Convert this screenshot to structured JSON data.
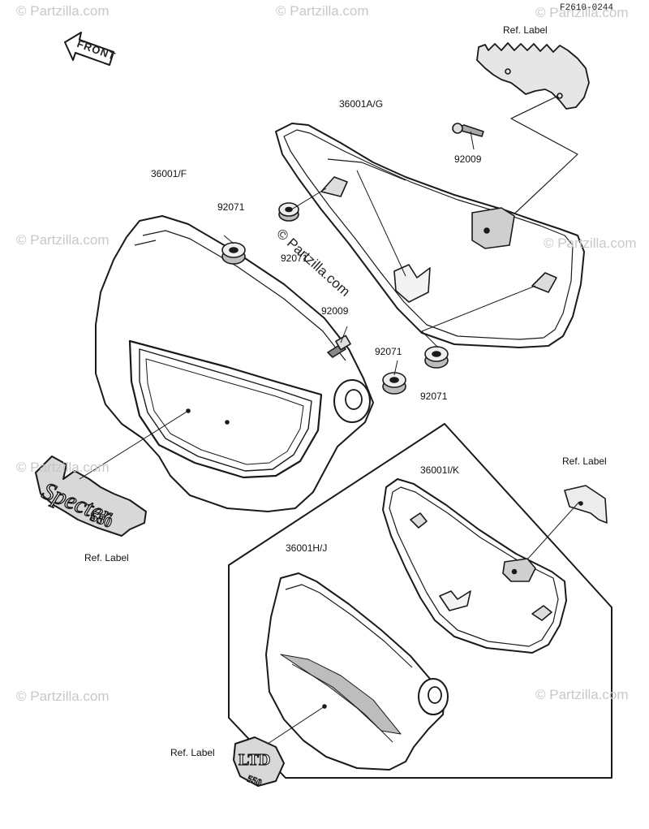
{
  "drawing_code": "F2610-0244",
  "front_badge": "FRONT",
  "watermark": "© Partzilla.com",
  "labels": {
    "ref_label_top": "Ref. Label",
    "part_36001AG": "36001A/G",
    "part_92009_top": "92009",
    "part_36001F": "36001/F",
    "part_92071_a": "92071",
    "part_92071_b": "92071",
    "part_92009_mid": "92009",
    "part_92071_c": "92071",
    "part_92071_d": "92071",
    "ref_label_left": "Ref. Label",
    "ref_label_right": "Ref. Label",
    "part_36001IK": "36001I/K",
    "part_36001HJ": "36001H/J",
    "ref_label_bottom": "Ref. Label"
  },
  "emblems": {
    "specter": "Specter",
    "specter_cc": "550",
    "ltd": "LTD",
    "ltd_cc": "550"
  }
}
